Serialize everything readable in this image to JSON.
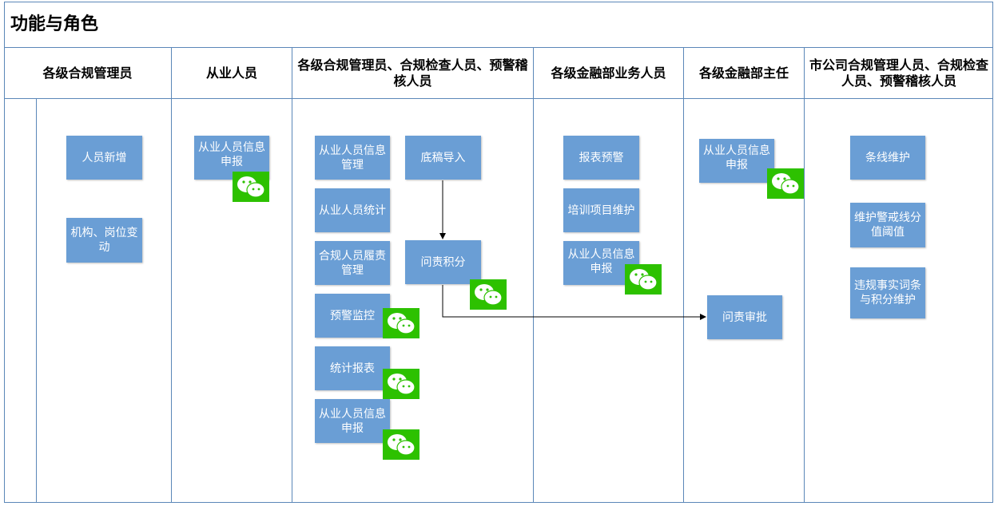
{
  "title": "功能与角色",
  "columns": [
    "各级合规管理员",
    "从业人员",
    "各级合规管理员、合规检查人员、预警稽核人员",
    "各级金融部业务人员",
    "各级金融部主任",
    "市公司合规管理人员、合规检查人员、预警稽核人员"
  ],
  "nodes": {
    "personnel_add": "人员新增",
    "org_post_change": "机构、岗位变动",
    "practitioner_report_1": "从业人员信息申报",
    "practitioner_info_mgmt": "从业人员信息管理",
    "practitioner_stats": "从业人员统计",
    "compliance_duty_mgmt": "合规人员履责管理",
    "alert_monitor": "预警监控",
    "stat_report": "统计报表",
    "practitioner_report_3": "从业人员信息申报",
    "draft_import": "底稿导入",
    "accountability_points": "问责积分",
    "report_alert": "报表预警",
    "training_item_maint": "培训项目维护",
    "practitioner_report_4": "从业人员信息申报",
    "practitioner_report_5": "从业人员信息申报",
    "accountability_approval": "问责审批",
    "line_maint": "条线维护",
    "alert_threshold_maint": "维护警戒线分值阈值",
    "violation_terms_maint": "违规事实词条与积分维护"
  },
  "colors": {
    "box_fill": "#6a9ed5",
    "border": "#5b87b8",
    "wechat_green": "#2dc100"
  },
  "icons": [
    "wechat-icon"
  ]
}
